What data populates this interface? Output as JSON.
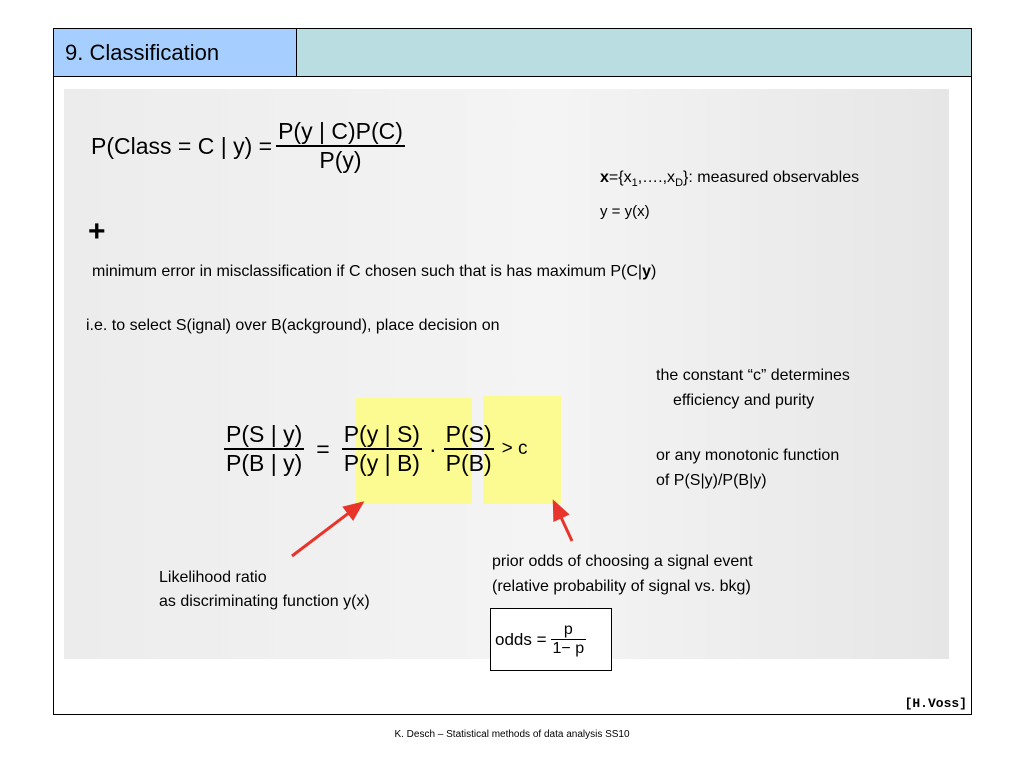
{
  "header": {
    "title": "9. Classification"
  },
  "bayes": {
    "lhs": "P(Class = C | y) =",
    "num": "P(y | C)P(C)",
    "den": "P(y)"
  },
  "observables": {
    "bold_x": "x",
    "def_part1": "={x",
    "sub1": "1",
    "def_part2": ",….,x",
    "subD": "D",
    "def_part3": "}: measured observables",
    "y_def": "y = y(x)"
  },
  "plus": "+",
  "min_error": {
    "text": "minimum error in misclassification if C chosen such that is has maximum P(C|",
    "bold": "y",
    "tail": ")"
  },
  "select_text": "i.e. to select S(ignal) over B(ackground), place decision on",
  "decision": {
    "lhs_num": "P(S | y)",
    "lhs_den": "P(B | y)",
    "eq": "=",
    "lr_num": "P(y | S)",
    "lr_den": "P(y | B)",
    "dot": "·",
    "prior_num": "P(S)",
    "prior_den": "P(B)",
    "gt": "> c"
  },
  "notes": {
    "constant_line1": "the constant “c” determines",
    "constant_line2": "efficiency and purity",
    "mono_line1": "or any monotonic function",
    "mono_line2": "of P(S|y)/P(B|y)"
  },
  "annotations": {
    "lr_line1": "Likelihood ratio",
    "lr_line2": "as discriminating function y(x)",
    "prior_line1": "prior odds of choosing a signal event",
    "prior_line2": "(relative probability of signal vs. bkg)"
  },
  "odds": {
    "lhs": "odds =",
    "num": "p",
    "den": "1− p"
  },
  "credit": "[H.Voss]",
  "footer": "K. Desch – Statistical methods of data analysis SS10",
  "colors": {
    "title_bg": "#a6cfff",
    "header_bg": "#b9dde0",
    "highlight": "#fbfb91",
    "arrow": "#e8342b"
  }
}
